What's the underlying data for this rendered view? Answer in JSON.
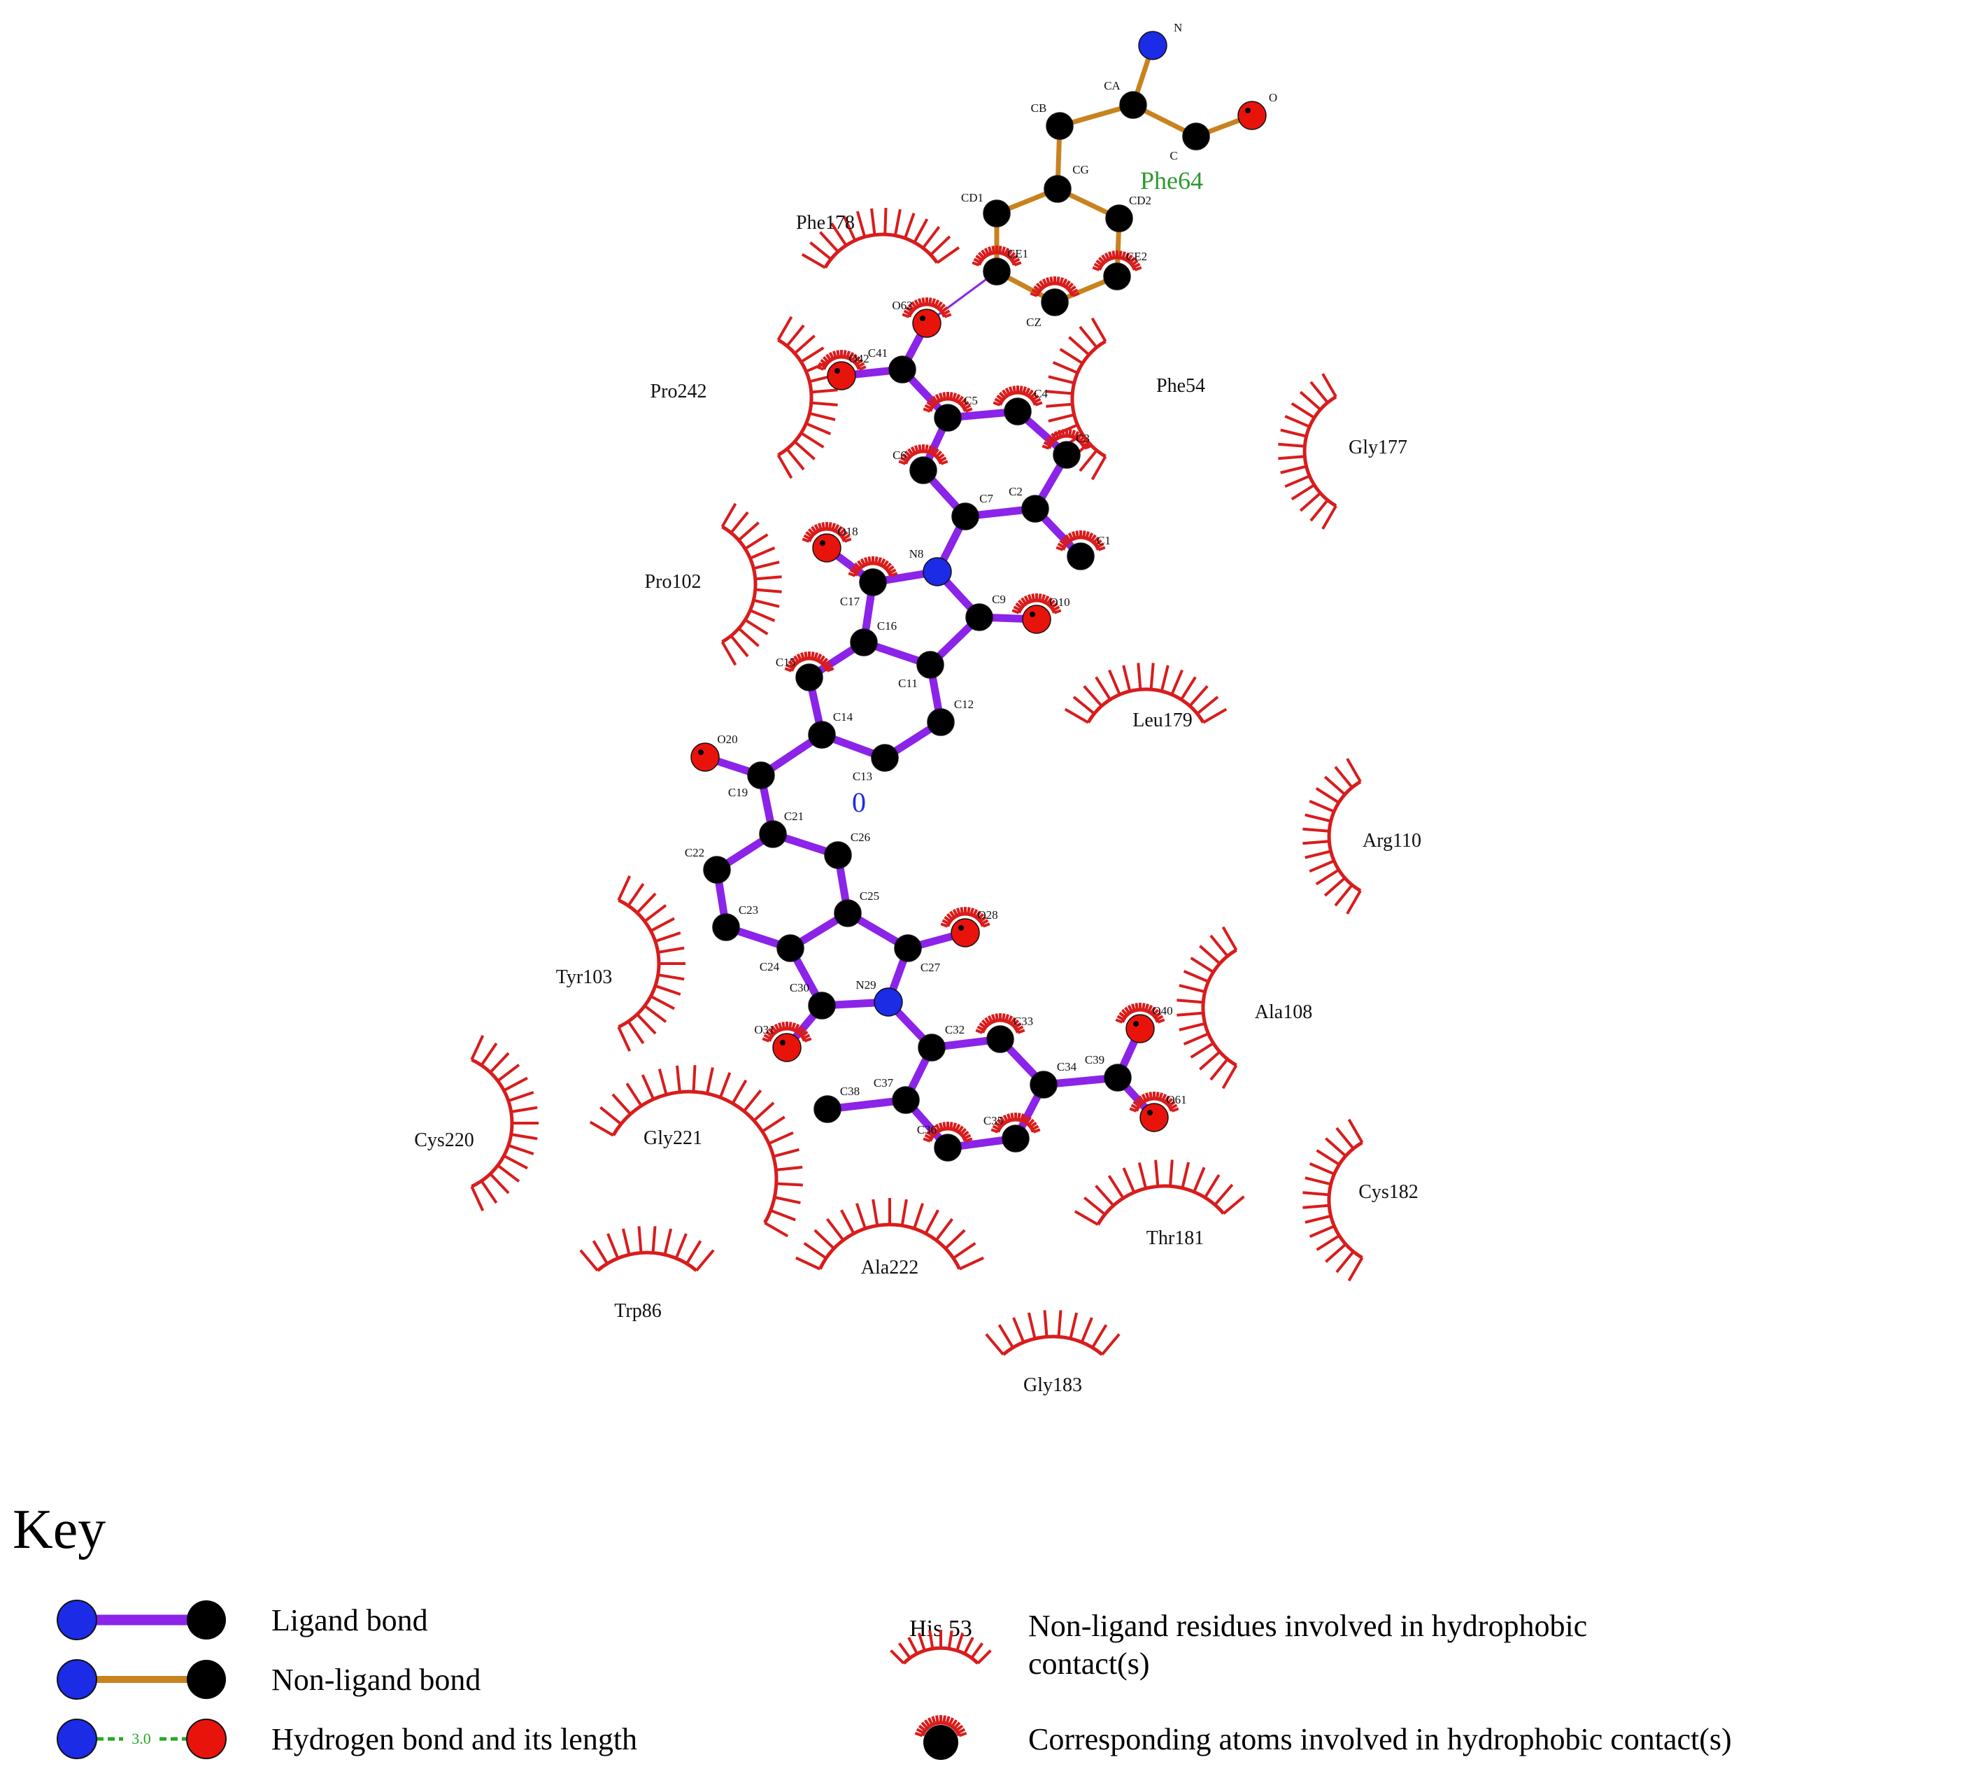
{
  "colors": {
    "ligand_bond": "#8b23e8",
    "nonligand_bond": "#c8821e",
    "carbon": "#000000",
    "nitrogen": "#1c2be6",
    "oxygen": "#e8140c",
    "hbond": "#22aa22",
    "arc": "#d91c1c",
    "residue_green": "#2e9a2e",
    "ligand_id": "#1c2be6"
  },
  "ligand_id": "0",
  "nonligand_residue": "Phe64",
  "atoms": [
    {
      "id": "N",
      "el": "N"
    },
    {
      "id": "CA",
      "el": "C"
    },
    {
      "id": "CB",
      "el": "C"
    },
    {
      "id": "C",
      "el": "C"
    },
    {
      "id": "O",
      "el": "O"
    },
    {
      "id": "CG",
      "el": "C"
    },
    {
      "id": "CD1",
      "el": "C"
    },
    {
      "id": "CD2",
      "el": "C"
    },
    {
      "id": "CE1",
      "el": "C",
      "hp": true
    },
    {
      "id": "CE2",
      "el": "C",
      "hp": true
    },
    {
      "id": "CZ",
      "el": "C",
      "hp": true
    },
    {
      "id": "O62",
      "el": "O",
      "hp": true
    },
    {
      "id": "O42",
      "el": "O",
      "hp": true
    },
    {
      "id": "C41",
      "el": "C"
    },
    {
      "id": "C5",
      "el": "C",
      "hp": true
    },
    {
      "id": "C4",
      "el": "C",
      "hp": true
    },
    {
      "id": "C3",
      "el": "C",
      "hp": true
    },
    {
      "id": "C6",
      "el": "C",
      "hp": true
    },
    {
      "id": "C7",
      "el": "C"
    },
    {
      "id": "C2",
      "el": "C"
    },
    {
      "id": "C1",
      "el": "C",
      "hp": true
    },
    {
      "id": "O18",
      "el": "O",
      "hp": true
    },
    {
      "id": "N8",
      "el": "N"
    },
    {
      "id": "C17",
      "el": "C",
      "hp": true
    },
    {
      "id": "C9",
      "el": "C"
    },
    {
      "id": "O10",
      "el": "O",
      "hp": true
    },
    {
      "id": "C16",
      "el": "C"
    },
    {
      "id": "C11",
      "el": "C"
    },
    {
      "id": "C15",
      "el": "C",
      "hp": true
    },
    {
      "id": "C12",
      "el": "C"
    },
    {
      "id": "C14",
      "el": "C"
    },
    {
      "id": "C13",
      "el": "C"
    },
    {
      "id": "O20",
      "el": "O"
    },
    {
      "id": "C19",
      "el": "C"
    },
    {
      "id": "C21",
      "el": "C"
    },
    {
      "id": "C22",
      "el": "C"
    },
    {
      "id": "C26",
      "el": "C"
    },
    {
      "id": "C25",
      "el": "C"
    },
    {
      "id": "C23",
      "el": "C"
    },
    {
      "id": "O28",
      "el": "O",
      "hp": true
    },
    {
      "id": "C24",
      "el": "C"
    },
    {
      "id": "C27",
      "el": "C"
    },
    {
      "id": "C30",
      "el": "C"
    },
    {
      "id": "N29",
      "el": "N"
    },
    {
      "id": "O31",
      "el": "O",
      "hp": true
    },
    {
      "id": "C32",
      "el": "C"
    },
    {
      "id": "C33",
      "el": "C",
      "hp": true
    },
    {
      "id": "O40",
      "el": "O",
      "hp": true
    },
    {
      "id": "C39",
      "el": "C"
    },
    {
      "id": "C34",
      "el": "C"
    },
    {
      "id": "O61",
      "el": "O",
      "hp": true
    },
    {
      "id": "C38",
      "el": "C"
    },
    {
      "id": "C37",
      "el": "C"
    },
    {
      "id": "C36",
      "el": "C",
      "hp": true
    },
    {
      "id": "C35",
      "el": "C",
      "hp": true
    }
  ],
  "nonligand_bonds": [
    [
      "N",
      "CA"
    ],
    [
      "CA",
      "CB"
    ],
    [
      "CA",
      "C"
    ],
    [
      "C",
      "O"
    ],
    [
      "CB",
      "CG"
    ],
    [
      "CG",
      "CD1"
    ],
    [
      "CG",
      "CD2"
    ],
    [
      "CD1",
      "CE1"
    ],
    [
      "CD2",
      "CE2"
    ],
    [
      "CE1",
      "CZ"
    ],
    [
      "CE2",
      "CZ"
    ]
  ],
  "ligand_bonds": [
    [
      "O62",
      "C41"
    ],
    [
      "C41",
      "O42"
    ],
    [
      "C41",
      "C5"
    ],
    [
      "C5",
      "C4"
    ],
    [
      "C4",
      "C3"
    ],
    [
      "C3",
      "C2"
    ],
    [
      "C2",
      "C7"
    ],
    [
      "C7",
      "C6"
    ],
    [
      "C6",
      "C5"
    ],
    [
      "C2",
      "C1"
    ],
    [
      "C7",
      "N8"
    ],
    [
      "N8",
      "C17"
    ],
    [
      "N8",
      "C9"
    ],
    [
      "C17",
      "O18"
    ],
    [
      "C9",
      "O10"
    ],
    [
      "C17",
      "C16"
    ],
    [
      "C9",
      "C11"
    ],
    [
      "C16",
      "C11"
    ],
    [
      "C16",
      "C15"
    ],
    [
      "C15",
      "C14"
    ],
    [
      "C14",
      "C13"
    ],
    [
      "C13",
      "C12"
    ],
    [
      "C12",
      "C11"
    ],
    [
      "C14",
      "C19"
    ],
    [
      "C19",
      "O20"
    ],
    [
      "C19",
      "C21"
    ],
    [
      "C21",
      "C22"
    ],
    [
      "C21",
      "C26"
    ],
    [
      "C22",
      "C23"
    ],
    [
      "C23",
      "C24"
    ],
    [
      "C24",
      "C25"
    ],
    [
      "C25",
      "C26"
    ],
    [
      "C25",
      "C27"
    ],
    [
      "C24",
      "C30"
    ],
    [
      "C27",
      "O28"
    ],
    [
      "C27",
      "N29"
    ],
    [
      "C30",
      "N29"
    ],
    [
      "C30",
      "O31"
    ],
    [
      "N29",
      "C32"
    ],
    [
      "C32",
      "C33"
    ],
    [
      "C32",
      "C37"
    ],
    [
      "C33",
      "C34"
    ],
    [
      "C34",
      "C35"
    ],
    [
      "C35",
      "C36"
    ],
    [
      "C36",
      "C37"
    ],
    [
      "C37",
      "C38"
    ],
    [
      "C34",
      "C39"
    ],
    [
      "C39",
      "O40"
    ],
    [
      "C39",
      "O61"
    ]
  ],
  "residues": [
    {
      "name": "Phe178"
    },
    {
      "name": "Pro242"
    },
    {
      "name": "Phe54"
    },
    {
      "name": "Gly177"
    },
    {
      "name": "Pro102"
    },
    {
      "name": "Leu179"
    },
    {
      "name": "Arg110"
    },
    {
      "name": "Tyr103"
    },
    {
      "name": "Ala108"
    },
    {
      "name": "Cys220"
    },
    {
      "name": "Gly221"
    },
    {
      "name": "Cys182"
    },
    {
      "name": "Thr181"
    },
    {
      "name": "Ala222"
    },
    {
      "name": "Trp86"
    },
    {
      "name": "Gly183"
    }
  ],
  "key": {
    "title": "Key",
    "ligand_bond": "Ligand bond",
    "nonligand_bond": "Non-ligand bond",
    "hbond": "Hydrogen bond and its length",
    "hbond_length": "3.0",
    "example_residue": "His 53",
    "hydrophobic_residue_line1": "Non-ligand residues involved in hydrophobic",
    "hydrophobic_residue_line2": "contact(s)",
    "hydrophobic_atoms": "Corresponding atoms involved in hydrophobic contact(s)"
  }
}
